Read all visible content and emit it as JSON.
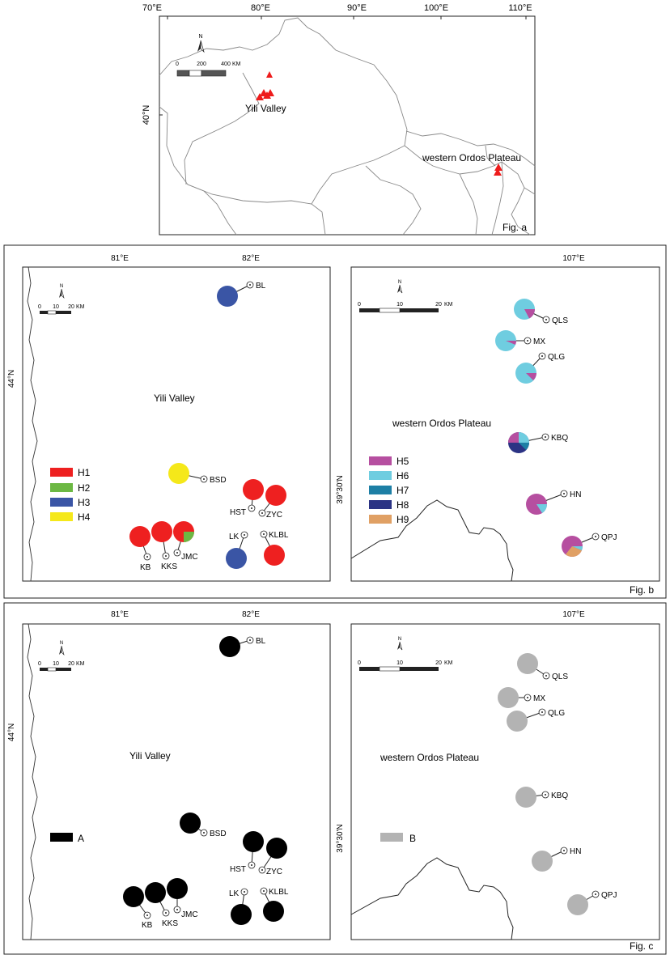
{
  "fig_a": {
    "label": "Fig. a",
    "lon_ticks": [
      "70°E",
      "80°E",
      "90°E",
      "100°E",
      "110°E"
    ],
    "lat_tick": "40°N",
    "scale": {
      "zero": "0",
      "mid": "200",
      "end": "400",
      "unit": "KM"
    },
    "north": "N",
    "region_yili": "Yili Valley",
    "region_ordos": "western Ordos Plateau"
  },
  "fig_b": {
    "label": "Fig. b",
    "left": {
      "lon_ticks": [
        "81°E",
        "82°E"
      ],
      "lat_tick": "44°N",
      "scale": {
        "zero": "0",
        "mid": "10",
        "end": "20",
        "unit": "KM"
      },
      "north": "N",
      "region": "Yili Valley",
      "legend": [
        {
          "name": "H1",
          "color": "#ee2020"
        },
        {
          "name": "H2",
          "color": "#6cb843"
        },
        {
          "name": "H3",
          "color": "#3a55a5"
        },
        {
          "name": "H4",
          "color": "#f5e81a"
        }
      ],
      "sites": [
        "BL",
        "BSD",
        "HST",
        "ZYC",
        "KB",
        "KKS",
        "JMC",
        "LK",
        "KLBL"
      ]
    },
    "right": {
      "lon_tick": "107°E",
      "lat_tick": "39°30'N",
      "scale": {
        "zero": "0",
        "mid": "10",
        "end": "20",
        "unit": "KM"
      },
      "north": "N",
      "region": "western Ordos Plateau",
      "legend": [
        {
          "name": "H5",
          "color": "#b64fa0"
        },
        {
          "name": "H6",
          "color": "#6fcde0"
        },
        {
          "name": "H7",
          "color": "#1d7fa5"
        },
        {
          "name": "H8",
          "color": "#2b3384"
        },
        {
          "name": "H9",
          "color": "#e0a064"
        }
      ],
      "sites": [
        "QLS",
        "MX",
        "QLG",
        "KBQ",
        "HN",
        "QPJ"
      ]
    }
  },
  "fig_c": {
    "label": "Fig. c",
    "left": {
      "lon_ticks": [
        "81°E",
        "82°E"
      ],
      "lat_tick": "44°N",
      "scale": {
        "zero": "0",
        "mid": "10",
        "end": "20",
        "unit": "KM"
      },
      "north": "N",
      "region": "Yili Valley",
      "legend": [
        {
          "name": "A",
          "color": "#000000"
        }
      ],
      "sites": [
        "BL",
        "BSD",
        "HST",
        "ZYC",
        "KB",
        "KKS",
        "JMC",
        "LK",
        "KLBL"
      ]
    },
    "right": {
      "lon_tick": "107°E",
      "lat_tick": "39°30'N",
      "scale": {
        "zero": "0",
        "mid": "10",
        "end": "20",
        "unit": "KM"
      },
      "north": "N",
      "region": "western Ordos Plateau",
      "legend": [
        {
          "name": "B",
          "color": "#b3b3b3"
        }
      ],
      "sites": [
        "QLS",
        "MX",
        "QLG",
        "KBQ",
        "HN",
        "QPJ"
      ]
    }
  }
}
